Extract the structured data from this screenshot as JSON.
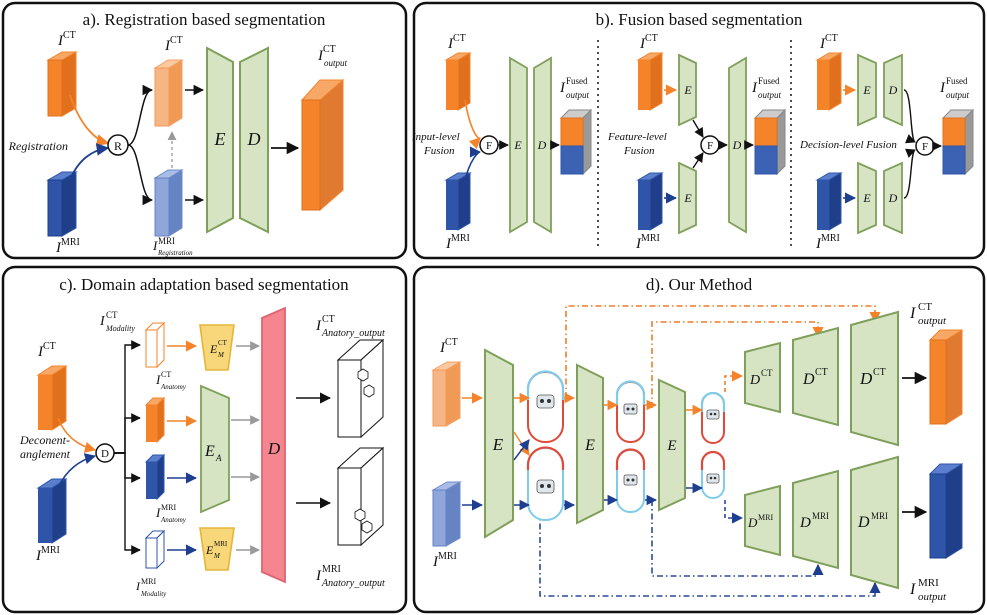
{
  "colors": {
    "ct": "#F4832A",
    "mri": "#2E55A8",
    "green_fill": "#D6E4C4",
    "green_stroke": "#7FA05A",
    "pink": "#F5868F",
    "yellow": "#F7D77A",
    "cyan": "#7FCBEA",
    "red": "#E04A3A",
    "dash_orange": "#EE7D2A",
    "dash_blue": "#2A4A9A"
  },
  "panel_a": {
    "title": "a). Registration based segmentation",
    "ct_input": "I",
    "ct_sup": "CT",
    "mri_input": "I",
    "mri_sup": "MRI",
    "reg_label": "Registration",
    "reg_node": "R",
    "ct_mid": "I",
    "ct_mid_sup": "CT",
    "mri_mid": "I",
    "mri_mid_sup": "MRI",
    "mri_mid_sub": "Registration",
    "encoder": "E",
    "decoder": "D",
    "out": "I",
    "out_sup": "CT",
    "out_sub": "output"
  },
  "panel_b": {
    "title": "b). Fusion based segmentation",
    "ct": "I",
    "ct_sup": "CT",
    "mri": "I",
    "mri_sup": "MRI",
    "fuse_node": "F",
    "enc": "E",
    "dec": "D",
    "out": "I",
    "out_sup": "Fused",
    "out_sub": "output",
    "input_level": [
      "Input-level",
      "Fusion"
    ],
    "feature_level": [
      "Feature-level",
      "Fusion"
    ],
    "decision_level": "Decision-level Fusion"
  },
  "panel_c": {
    "title": "c). Domain adaptation based segmentation",
    "ct": "I",
    "ct_sup": "CT",
    "mri": "I",
    "mri_sup": "MRI",
    "dis_label": [
      "Deconent-",
      "anglement"
    ],
    "dis_node": "D",
    "ct_modality": "I",
    "ct_modality_sup": "CT",
    "ct_modality_sub": "Modality",
    "ct_anatomy": "I",
    "ct_anatomy_sup": "CT",
    "ct_anatomy_sub": "Anatomy",
    "mri_anatomy": "I",
    "mri_anatomy_sup": "MRI",
    "mri_anatomy_sub": "Anatomy",
    "mri_modality": "I",
    "mri_modality_sup": "MRI",
    "mri_modality_sub": "Modality",
    "em_ct": "E",
    "em_ct_sup": "CT",
    "em_ct_sub": "M",
    "ea": "E",
    "ea_sub": "A",
    "em_mri": "E",
    "em_mri_sup": "MRI",
    "em_mri_sub": "M",
    "dec": "D",
    "out_ct": "I",
    "out_ct_sup": "CT",
    "out_ct_sub": "Anatory_output",
    "out_mri": "I",
    "out_mri_sup": "MRI",
    "out_mri_sub": "Anatory_output"
  },
  "panel_d": {
    "title": "d). Our Method",
    "ct": "I",
    "ct_sup": "CT",
    "mri": "I",
    "mri_sup": "MRI",
    "enc": "E",
    "dec": "D",
    "dec_ct_sup": "CT",
    "dec_mri_sup": "MRI",
    "out_ct": "I",
    "out_ct_sup": "CT",
    "out_ct_sub": "output",
    "out_mri": "I",
    "out_mri_sup": "MRI",
    "out_mri_sub": "output"
  }
}
